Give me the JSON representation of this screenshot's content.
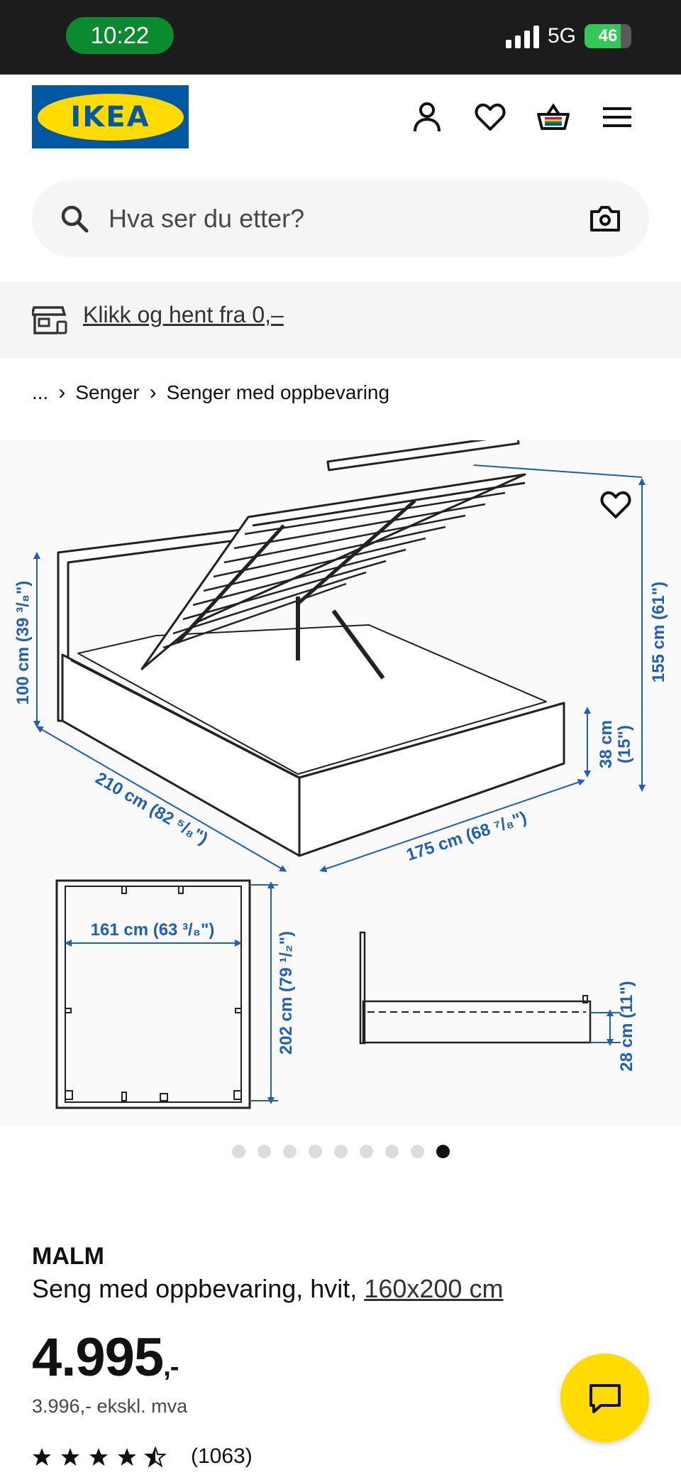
{
  "status_bar": {
    "time": "10:22",
    "network": "5G",
    "battery": "46"
  },
  "header": {
    "logo_text": "IKEA",
    "icons": [
      "user-icon",
      "heart-icon",
      "basket-icon",
      "menu-icon"
    ]
  },
  "search": {
    "placeholder": "Hva ser du etter?"
  },
  "banner": {
    "text": "Klikk og hent fra 0,–"
  },
  "breadcrumb": {
    "items": [
      "...",
      "Senger",
      "Senger med oppbevaring"
    ]
  },
  "drawing": {
    "dimensions": {
      "headboard_height": "100 cm (39 ³/₈\")",
      "total_height": "155 cm (61\")",
      "length": "210 cm (82 ⁵/₈\")",
      "width": "175 cm (68 ⁷/₈\")",
      "frame_height": "38 cm",
      "frame_height_in": "(15\")",
      "inner_width": "161 cm (63 ³/₈\")",
      "inner_length": "202 cm (79 ¹/₂\")",
      "under_height": "28 cm (11\")"
    }
  },
  "carousel": {
    "count": 9,
    "active": 9
  },
  "product": {
    "name": "MALM",
    "description": "Seng med oppbevaring, hvit, ",
    "size_link": "160x200 cm",
    "price": "4.995",
    "price_suffix": ",-",
    "price_ex_vat": "3.996,- ekskl. mva",
    "rating_value": 4.5,
    "review_count": "(1063)"
  },
  "colors": {
    "ikea_blue": "#0058a3",
    "ikea_yellow": "#ffdb00",
    "dimension_blue": "#1f5fb5"
  }
}
